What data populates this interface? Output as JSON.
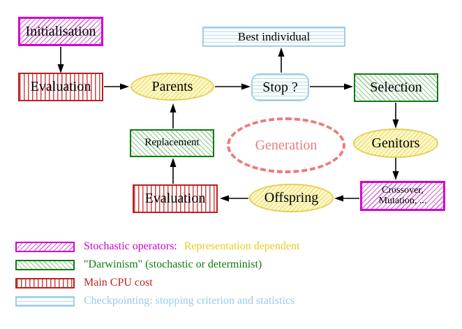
{
  "nodes": {
    "initialisation": "Initialisation",
    "evaluation_top": "Evaluation",
    "best_individual": "Best individual",
    "parents": "Parents",
    "stop": "Stop ?",
    "selection": "Selection",
    "replacement": "Replacement",
    "generation": "Generation",
    "genitors": "Genitors",
    "crossover_line1": "Crossover,",
    "crossover_line2": "Mutation, ...",
    "offspring": "Offspring",
    "evaluation_bottom": "Evaluation"
  },
  "legend": {
    "rows": [
      {
        "swatch": "magenta-diagonal-hatch",
        "parts": [
          {
            "text": "Stochastic operators:",
            "color": "#cc00cc"
          },
          {
            "text": "Representation dependent",
            "color": "#e8cc22"
          }
        ]
      },
      {
        "swatch": "green-diagonal-hatch",
        "parts": [
          {
            "text": "\"Darwinism\" (stochastic or determinist)",
            "color": "#0e7a0e"
          }
        ]
      },
      {
        "swatch": "red-vertical-stripes",
        "parts": [
          {
            "text": "Main CPU cost",
            "color": "#c41e1e"
          }
        ]
      },
      {
        "swatch": "cyan-horizontal-stripes",
        "parts": [
          {
            "text": "Checkpointing: stopping criterion and statistics",
            "color": "#96cbe8"
          }
        ]
      }
    ]
  },
  "colors": {
    "stochastic_border": "#d400d4",
    "stochastic_hatch": "#cf63cf",
    "darwinism_border": "#0e7a0e",
    "darwinism_hatch": "#8fc98f",
    "cpu_border": "#bb2020",
    "cpu_stripes": "#d04545",
    "checkpoint_border": "#9fcfe4",
    "checkpoint_stripes": "#b5dcec",
    "population_fill": "#fdf9c4",
    "population_border": "#e3cf55",
    "generation_dash": "#ee7a7a",
    "arrow": "#000000"
  }
}
